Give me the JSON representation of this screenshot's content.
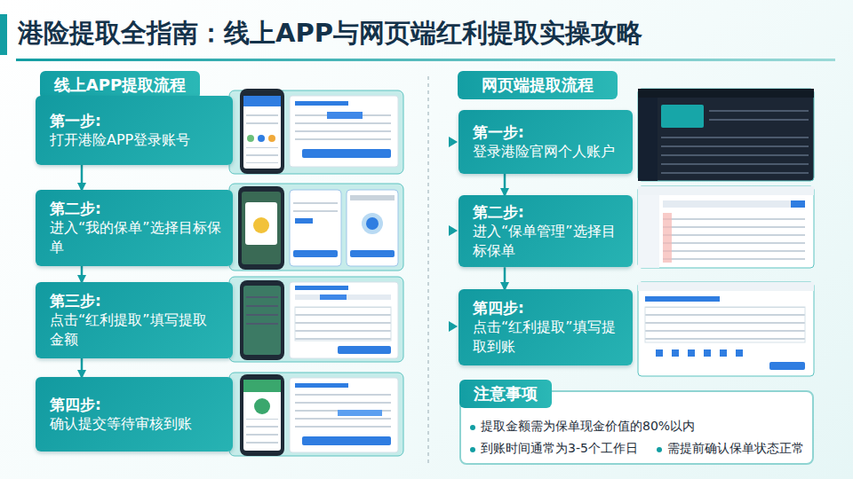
{
  "diagram": {
    "title": "港险提取全指南：线上APP与网页端红利提取实操攻略",
    "nodes": [
      {
        "text": [
          "线上APP提取流程"
        ]
      },
      {
        "text": [
          "第一步:",
          "打开港险APP登录账号"
        ]
      },
      {
        "text": [
          "第二步:",
          "进入“我的保单”选择目标保单"
        ]
      },
      {
        "text": [
          "第三步:",
          "点击“红利提取”填写提取 金额"
        ]
      },
      {
        "text": [
          "第四步:",
          "确认提交等待审核到账"
        ]
      },
      {
        "text": [
          "网页端提取流程"
        ]
      },
      {
        "text": [
          "第一步:",
          "登录港险官网个人账户"
        ]
      },
      {
        "text": [
          "第二步:",
          "进入“保单管理”选择目 标保单"
        ]
      },
      {
        "text": [
          "第四步:",
          "点击“红利提取”填写提 取到账"
        ]
      },
      {
        "text": [
          "注意事项",
          "提取金额需为保单现金价值的80%以内",
          "到账时间通常为3-5个工作日",
          "需提前确认保单状态正常"
        ]
      }
    ],
    "edges": [
      {
        "from": 1,
        "to": 2,
        "arrow": "to"
      },
      {
        "from": 2,
        "to": 3,
        "arrow": "to"
      },
      {
        "from": 3,
        "to": 4,
        "arrow": "to"
      },
      {
        "from": 6,
        "to": 7,
        "arrow": "to"
      },
      {
        "from": 7,
        "to": 8,
        "arrow": "to"
      }
    ]
  }
}
